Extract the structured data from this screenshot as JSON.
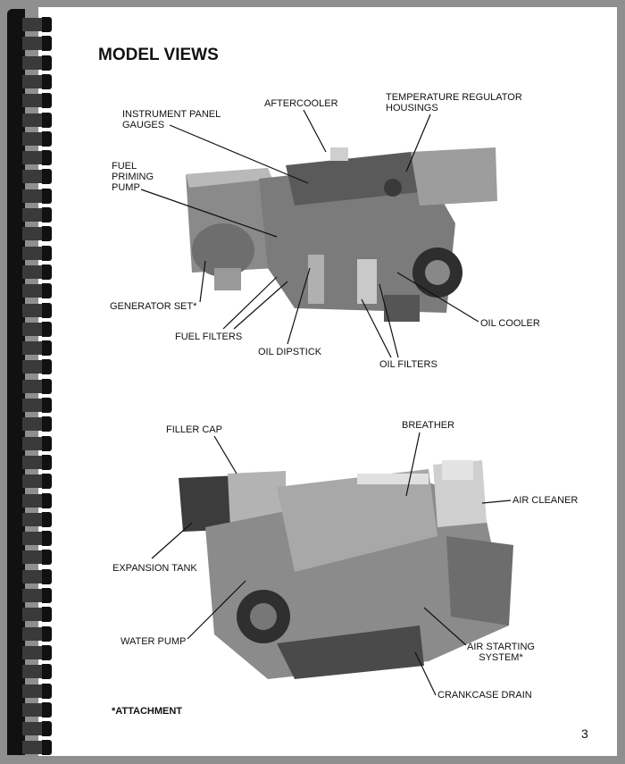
{
  "title": "MODEL VIEWS",
  "top_view_labels": {
    "aftercooler": "AFTERCOOLER",
    "temp_regulator_1": "TEMPERATURE REGULATOR",
    "temp_regulator_2": "HOUSINGS",
    "instrument_panel_1": "INSTRUMENT PANEL",
    "instrument_panel_2": "GAUGES",
    "fuel_priming_1": "FUEL",
    "fuel_priming_2": "PRIMING",
    "fuel_priming_3": "PUMP",
    "generator_set": "GENERATOR SET*",
    "fuel_filters": "FUEL FILTERS",
    "oil_dipstick": "OIL DIPSTICK",
    "oil_cooler": "OIL COOLER",
    "oil_filters": "OIL FILTERS"
  },
  "bottom_view_labels": {
    "filler_cap": "FILLER CAP",
    "breather": "BREATHER",
    "air_cleaner": "AIR CLEANER",
    "expansion_tank": "EXPANSION TANK",
    "water_pump": "WATER PUMP",
    "air_starting_1": "AIR STARTING",
    "air_starting_2": "SYSTEM*",
    "crankcase_drain": "CRANKCASE DRAIN"
  },
  "footnote": "*ATTACHMENT",
  "page_number": "3"
}
